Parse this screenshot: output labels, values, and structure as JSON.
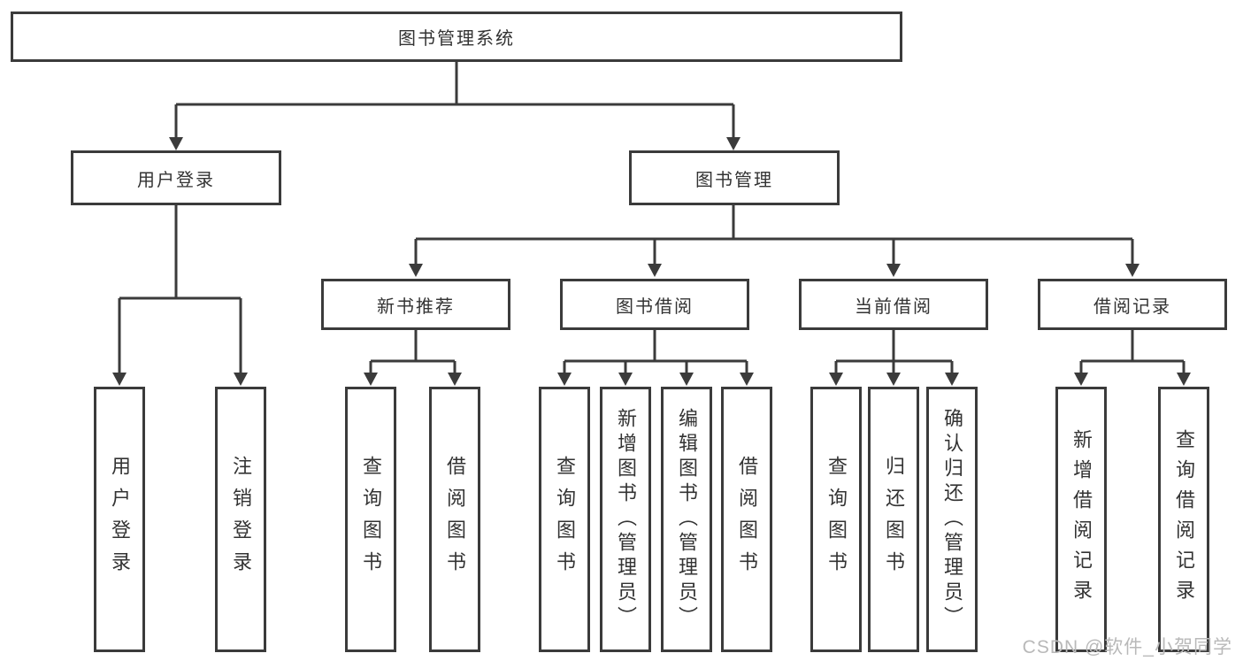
{
  "diagram": {
    "nodes": {
      "root": {
        "label": "图书管理系统"
      },
      "userLogin": {
        "label": "用户登录"
      },
      "bookMgmt": {
        "label": "图书管理"
      },
      "newBooks": {
        "label": "新书推荐"
      },
      "bookBorrow": {
        "label": "图书借阅"
      },
      "currentBorrow": {
        "label": "当前借阅"
      },
      "borrowRecords": {
        "label": "借阅记录"
      },
      "ulLogin": {
        "label": "用户登录"
      },
      "ulLogout": {
        "label": "注销登录"
      },
      "nbQuery": {
        "label": "查询图书"
      },
      "nbBorrow": {
        "label": "借阅图书"
      },
      "bbQuery": {
        "label": "查询图书"
      },
      "bbAdd": {
        "label": "新增图书（管理员）"
      },
      "bbEdit": {
        "label": "编辑图书（管理员）"
      },
      "bbBorrow": {
        "label": "借阅图书"
      },
      "cbQuery": {
        "label": "查询图书"
      },
      "cbReturn": {
        "label": "归还图书"
      },
      "cbConfirm": {
        "label": "确认归还（管理员）"
      },
      "brAdd": {
        "label": "新增借阅记录"
      },
      "brQuery": {
        "label": "查询借阅记录"
      }
    },
    "colors": {
      "line": "#3b3b3b",
      "border": "#3b3b3b",
      "text": "#333333",
      "background": "#ffffff"
    }
  },
  "watermark": {
    "text": "CSDN @软件_小贺同学",
    "color": "#b9b9b9"
  }
}
